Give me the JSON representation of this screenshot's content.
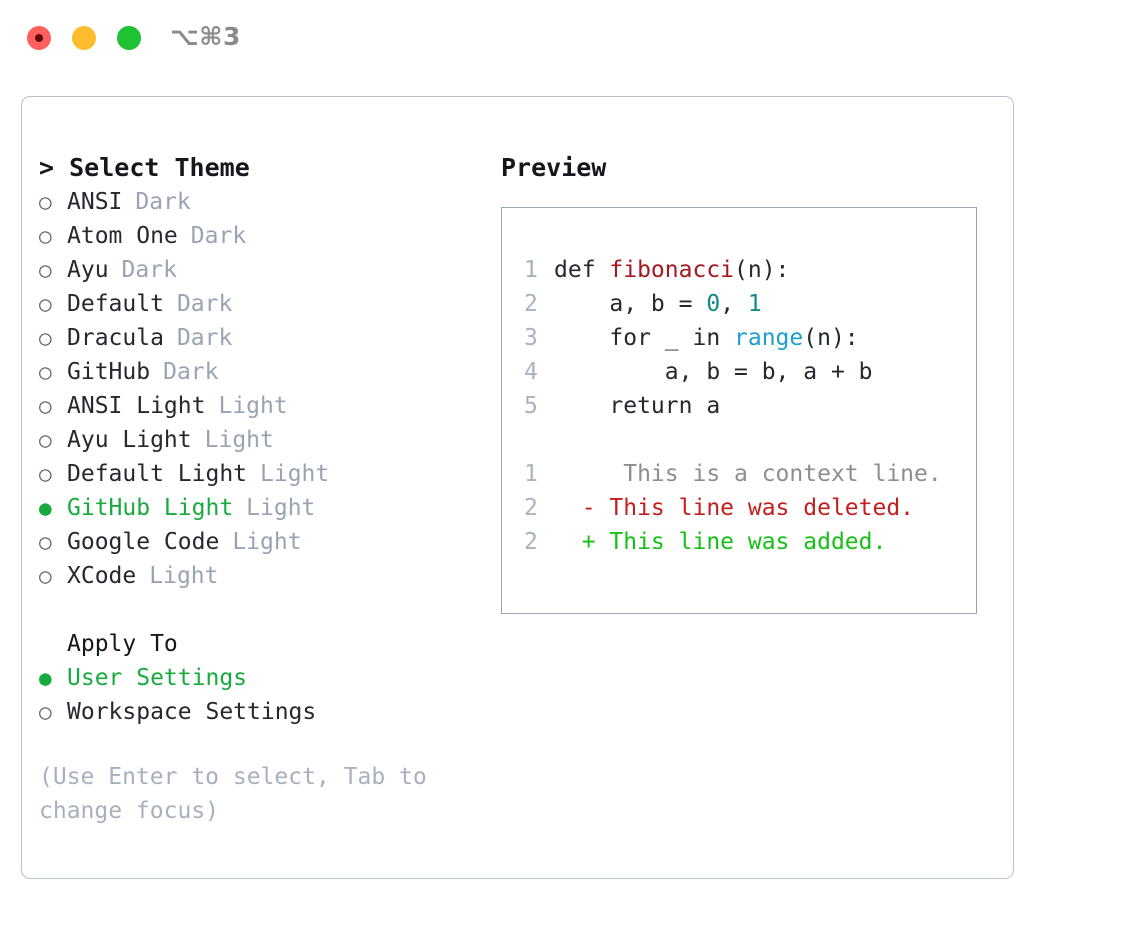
{
  "titlebar": {
    "shortcut": "⌥⌘3",
    "buttons": [
      {
        "name": "close",
        "color": "#ff605c"
      },
      {
        "name": "minimize",
        "color": "#ffbd2e"
      },
      {
        "name": "zoom",
        "color": "#1ec232"
      }
    ]
  },
  "theme_picker": {
    "heading_caret": ">",
    "heading": "Select Theme",
    "bullet_unselected": "○",
    "bullet_selected": "●",
    "items": [
      {
        "label": "ANSI",
        "tag": "Dark",
        "selected": false
      },
      {
        "label": "Atom One",
        "tag": "Dark",
        "selected": false
      },
      {
        "label": "Ayu",
        "tag": "Dark",
        "selected": false
      },
      {
        "label": "Default",
        "tag": "Dark",
        "selected": false
      },
      {
        "label": "Dracula",
        "tag": "Dark",
        "selected": false
      },
      {
        "label": "GitHub",
        "tag": "Dark",
        "selected": false
      },
      {
        "label": "ANSI Light",
        "tag": "Light",
        "selected": false
      },
      {
        "label": "Ayu Light",
        "tag": "Light",
        "selected": false
      },
      {
        "label": "Default Light",
        "tag": "Light",
        "selected": false
      },
      {
        "label": "GitHub Light",
        "tag": "Light",
        "selected": true
      },
      {
        "label": "Google Code",
        "tag": "Light",
        "selected": false
      },
      {
        "label": "XCode",
        "tag": "Light",
        "selected": false
      }
    ]
  },
  "apply_to": {
    "label": "Apply To",
    "options": [
      {
        "label": "User Settings",
        "selected": true
      },
      {
        "label": "Workspace Settings",
        "selected": false
      }
    ]
  },
  "hint": "(Use Enter to select, Tab to change focus)",
  "preview": {
    "title": "Preview",
    "code_lines": [
      {
        "no": "1",
        "segments": [
          {
            "text": "def ",
            "kind": "plain"
          },
          {
            "text": "fibonacci",
            "kind": "fn"
          },
          {
            "text": "(n):",
            "kind": "plain"
          }
        ]
      },
      {
        "no": "2",
        "segments": [
          {
            "text": "    a, b = ",
            "kind": "plain"
          },
          {
            "text": "0",
            "kind": "num"
          },
          {
            "text": ", ",
            "kind": "plain"
          },
          {
            "text": "1",
            "kind": "num"
          }
        ]
      },
      {
        "no": "3",
        "segments": [
          {
            "text": "    for _ in ",
            "kind": "plain"
          },
          {
            "text": "range",
            "kind": "call"
          },
          {
            "text": "(n):",
            "kind": "plain"
          }
        ]
      },
      {
        "no": "4",
        "segments": [
          {
            "text": "        a, b = b, a + b",
            "kind": "plain"
          }
        ]
      },
      {
        "no": "5",
        "segments": [
          {
            "text": "    return a",
            "kind": "plain"
          }
        ]
      }
    ],
    "diff_lines": [
      {
        "no": "1",
        "marker": " ",
        "text": "  This is a context line.",
        "kind": "context"
      },
      {
        "no": "2",
        "marker": "-",
        "text": " This line was deleted.",
        "kind": "deleted"
      },
      {
        "no": "2",
        "marker": "+",
        "text": " This line was added.",
        "kind": "added"
      }
    ]
  },
  "colors": {
    "selection_green": "#17ab3f",
    "tag_gray": "#9aa3b2",
    "hint_gray": "#a8b0be",
    "panel_border": "#b9c0cc",
    "preview_border": "#9aa5b4",
    "code_fn": "#a3191f",
    "code_num": "#0f8a8a",
    "code_call": "#1a9fd0",
    "diff_deleted": "#c21f1f",
    "diff_added": "#17c017",
    "diff_context": "#8e8e8e",
    "lineno": "#a9b2bf"
  }
}
